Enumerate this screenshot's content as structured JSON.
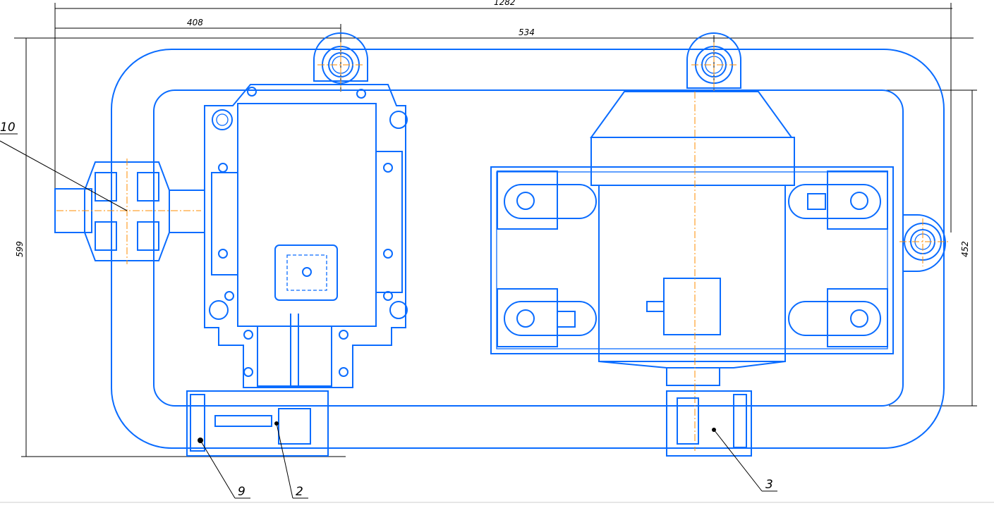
{
  "drawing": {
    "line_color": "#0a6cff",
    "axis_color": "#ff8c00",
    "dimensions": {
      "overall_width": "1282",
      "gearbox_offset": "408",
      "lug_spacing": "534",
      "overall_height": "599",
      "frame_height": "452"
    },
    "callouts": {
      "item_10": "10",
      "item_9": "9",
      "item_2": "2",
      "item_3": "3"
    }
  }
}
